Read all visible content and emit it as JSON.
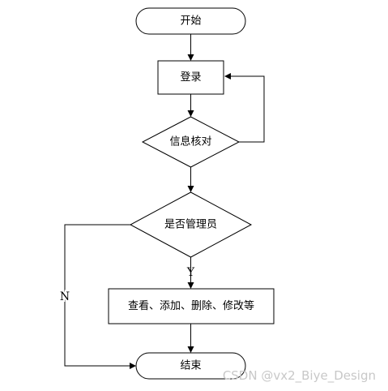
{
  "nodes": {
    "start": "开始",
    "login": "登录",
    "verify": "信息核对",
    "is_admin": "是否管理员",
    "manage": "查看、添加、删除、修改等",
    "end": "结束"
  },
  "edges": {
    "yes_label": "Y",
    "no_label": "N"
  },
  "watermark": "CSDN @vx2_Biye_Design"
}
